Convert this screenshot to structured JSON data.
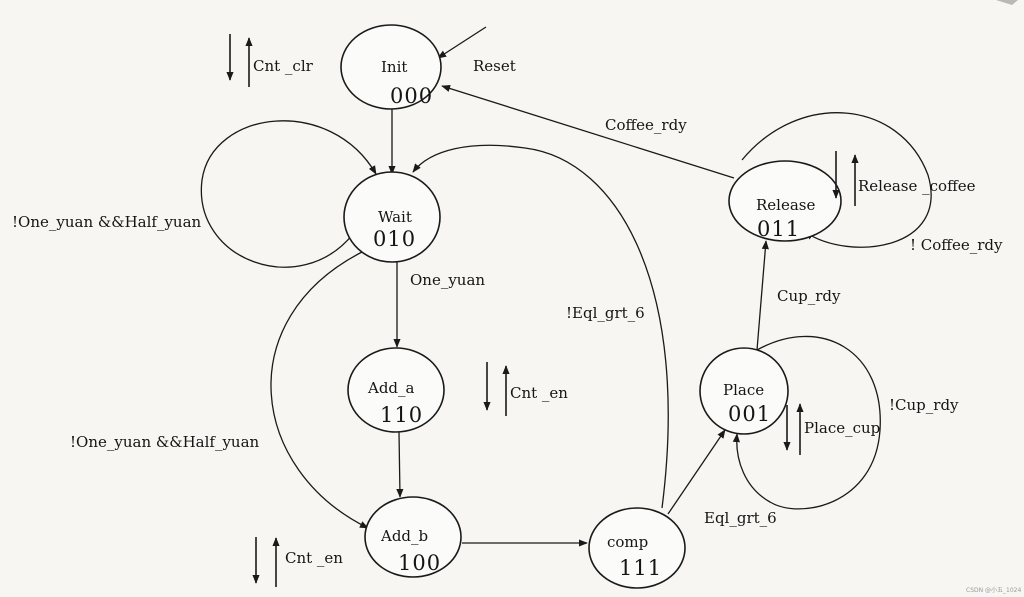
{
  "states": {
    "init": {
      "name": "Init",
      "code": "000"
    },
    "wait": {
      "name": "Wait",
      "code": "010"
    },
    "add_a": {
      "name": "Add_a",
      "code": "110"
    },
    "add_b": {
      "name": "Add_b",
      "code": "100"
    },
    "comp": {
      "name": "comp",
      "code": "111"
    },
    "place": {
      "name": "Place",
      "code": "001"
    },
    "release": {
      "name": "Release",
      "code": "011"
    }
  },
  "transitions": {
    "reset": "Reset",
    "coffee_rdy": "Coffee_rdy",
    "wait_self": "!One_yuan &&Half_yuan",
    "wait_to_add_a": "One_yuan",
    "wait_to_add_b": "!One_yuan &&Half_yuan",
    "comp_to_wait": "!Eql_grt_6",
    "comp_to_place": "Eql_grt_6",
    "place_to_release": "Cup_rdy",
    "place_self": "!Cup_rdy",
    "release_self": "! Coffee_rdy"
  },
  "signals": {
    "cnt_clr": "Cnt _clr",
    "cnt_en_a": "Cnt _en",
    "cnt_en_b": "Cnt _en",
    "place_cup": "Place_cup",
    "release_coffee": "Release _coffee"
  },
  "watermark": "CSDN @小五_1024"
}
